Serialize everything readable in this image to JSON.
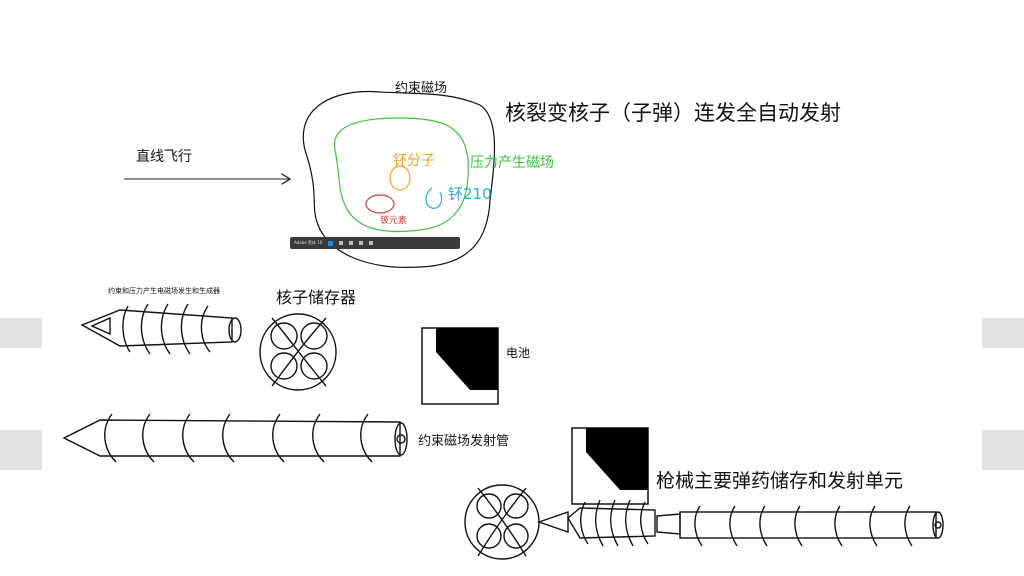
{
  "title": "核裂变核子（子弹）连发全自动发射",
  "top_diagram": {
    "outer_field_label": "约束磁场",
    "arrow_label": "直线飞行",
    "inner_field_label": "压力产生磁场",
    "particles": [
      {
        "label": "钚分子",
        "color": "#f0a020"
      },
      {
        "label": "钚210",
        "color": "#29a8e0"
      },
      {
        "label": "铍元素",
        "color": "#d04040"
      }
    ],
    "outer_color": "#111111",
    "inner_color": "#3ec23e"
  },
  "toolbar": {
    "text": "Adobe 黑体 10"
  },
  "components": {
    "generator_label": "约束和压力产生电磁场发生和生成器",
    "storage_label": "核子储存器",
    "battery_label": "电池",
    "tube_label": "约束磁场发射管",
    "assembly_label": "枪械主要弹药储存和发射单元"
  }
}
